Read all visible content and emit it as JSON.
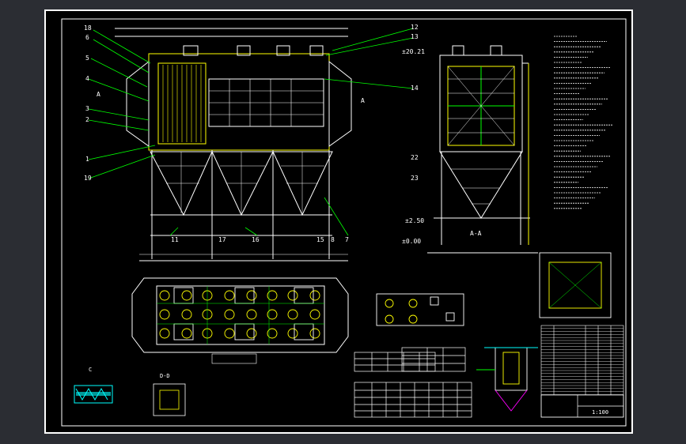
{
  "drawing": {
    "background_color": "#2b2d33",
    "sheet_color": "#000000",
    "frame_color": "#ffffff",
    "wire_color": "#ffffff",
    "frame_green": "#00ff00",
    "accent_yellow": "#ffff00",
    "accent_magenta": "#ff00ff",
    "accent_cyan": "#00ffff",
    "elev_labels": [
      "±20.21",
      "±2.50",
      "±0.00"
    ],
    "section_marks": [
      "A",
      "A"
    ],
    "callouts_left": [
      "18",
      "6",
      "5",
      "4",
      "3",
      "2",
      "1",
      "19"
    ],
    "callouts_right": [
      "12",
      "13",
      "14"
    ],
    "callouts_side": [
      "22",
      "23"
    ],
    "callouts_bottom": [
      "11",
      "17",
      "16",
      "15",
      "8",
      "7"
    ],
    "view_label_side": "A-A",
    "detail_tags": [
      "C",
      "D-D"
    ],
    "title_block_rows": [
      "1",
      "2",
      "3",
      "4",
      "5",
      "6",
      "7",
      "8",
      "9",
      "10",
      "11",
      "12",
      "13",
      "14",
      "15",
      "16",
      "17",
      "18",
      "19",
      "20",
      "21",
      "22",
      "23"
    ],
    "title_block_sheet": "1:100"
  }
}
